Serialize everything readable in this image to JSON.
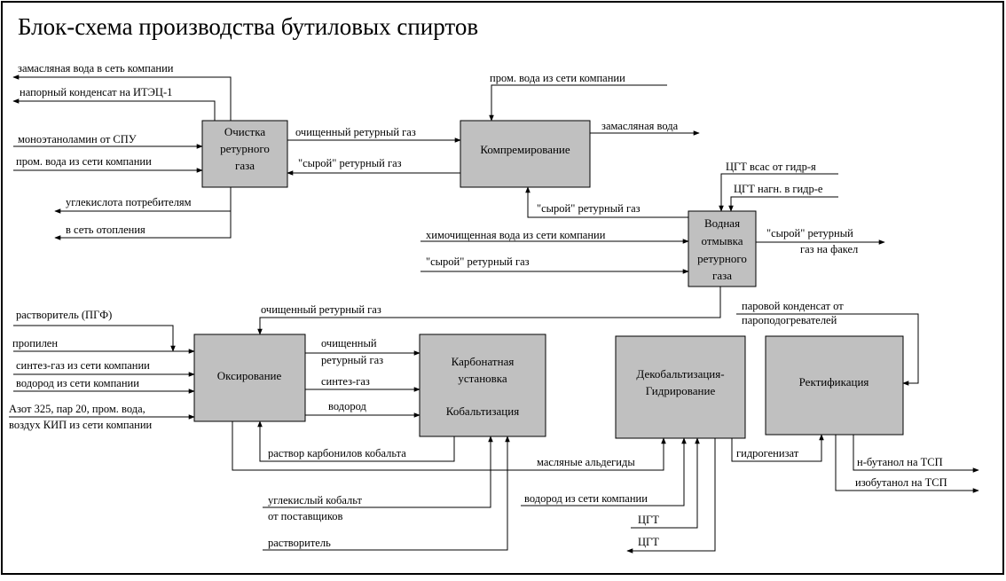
{
  "title": "Блок-схема производства бутиловых спиртов",
  "blocks": {
    "purification": [
      "Очистка",
      "ретурного",
      "газа"
    ],
    "compression": [
      "Компремирование"
    ],
    "water_wash": [
      "Водная",
      "отмывка",
      "ретурного",
      "газа"
    ],
    "oxo": [
      "Оксирование"
    ],
    "carbonate": [
      "Карбонатная",
      "установка",
      "",
      "Кобальтизация"
    ],
    "decobalt": [
      "Декобальтизация-",
      "Гидрирование"
    ],
    "rectification": [
      "Ректификация"
    ]
  },
  "labels": {
    "oily_water_out": "замасляная вода в сеть компании",
    "condensate_out": "напорный конденсат на ИТЭЦ-1",
    "mea_in": "моноэтаноламин от СПУ",
    "proc_water_in1": "пром. вода из сети компании",
    "co2_out": "углекислота потребителям",
    "heating_out": "в сеть отопления",
    "purified_gas1": "очищенный ретурный газ",
    "raw_gas1": "\"сырой\" ретурный газ",
    "proc_water_in2": "пром. вода из сети компании",
    "oily_water2": "замасляная вода",
    "raw_gas2": "\"сырой\" ретурный газ",
    "hfg_suction": "ЦГТ всас от гидр-я",
    "hfg_discharge": "ЦГТ нагн. в гидр-е",
    "chem_water": "химочищенная вода из сети компании",
    "raw_gas3": "\"сырой\" ретурный газ",
    "raw_gas_flare1": "\"сырой\" ретурный",
    "raw_gas_flare2": "газ на факел",
    "purified_gas2": "очищенный ретурный газ",
    "solvent_pgf": "растворитель (ПГФ)",
    "propylene": "пропилен",
    "syngas_in": "синтез-газ из сети компании",
    "hydrogen_in": "водород из сети компании",
    "nitrogen1": "Азот 325, пар 20, пром. вода,",
    "nitrogen2": "воздух КИП из сети компании",
    "purified_gas3a": "очищенный",
    "purified_gas3b": "ретурный газ",
    "syngas": "синтез-газ",
    "hydrogen": "водород",
    "cobalt_carbonyl": "раствор карбонилов кобальта",
    "oily_aldehydes": "масляные альдегиды",
    "cobalt_carbonate1": "углекислый кобальт",
    "cobalt_carbonate2": "от поставщиков",
    "solvent": "растворитель",
    "hydrogen_in2": "водород из сети компании",
    "hfg1": "ЦГТ",
    "hfg2": "ЦГТ",
    "hydrogenate": "гидрогенизат",
    "steam_cond1": "паровой конденсат от",
    "steam_cond2": "пароподогревателей",
    "nbutanol": "н-бутанол на ТСП",
    "isobutanol": "изобутанол на ТСП"
  }
}
